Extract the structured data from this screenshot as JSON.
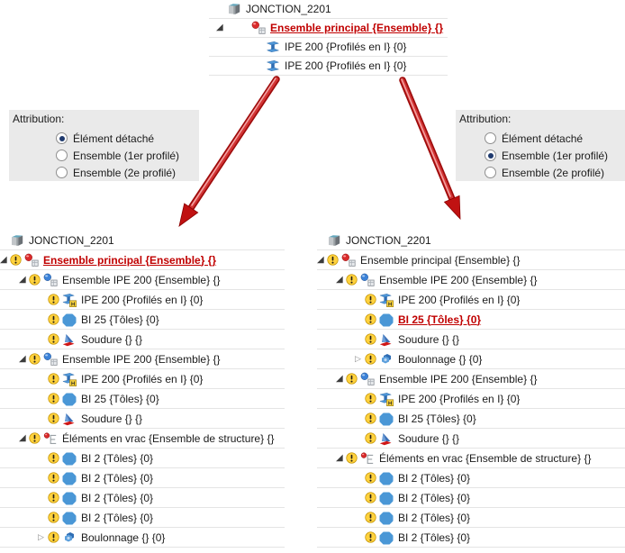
{
  "colors": {
    "red_highlight_text": "#c00000",
    "arrow_red": "#c01212",
    "panel_background": "#eaeaea",
    "radio_selected_dot": "#1f3a6e",
    "row_separator": "#e4e4e4"
  },
  "top_tree": {
    "rows": [
      {
        "label": "JONCTION_2201",
        "icon": "junction-icon",
        "level": "root",
        "warning": false,
        "expander": null,
        "red": false
      },
      {
        "label": "Ensemble principal {Ensemble} {}",
        "icon": "ensemble-main-icon",
        "level": "l1",
        "warning": false,
        "expander": "expanded",
        "red": true
      },
      {
        "label": "IPE 200 {Profilés en I} {0}",
        "icon": "beam-icon",
        "level": "l2",
        "warning": false,
        "expander": null,
        "red": false
      },
      {
        "label": "IPE 200 {Profilés en I} {0}",
        "icon": "beam-icon",
        "level": "l2",
        "warning": false,
        "expander": null,
        "red": false
      }
    ]
  },
  "left_panel": {
    "title": "Attribution:",
    "options": [
      {
        "label": "Élément détaché",
        "selected": true
      },
      {
        "label": "Ensemble (1er profilé)",
        "selected": false
      },
      {
        "label": "Ensemble (2e profilé)",
        "selected": false
      }
    ]
  },
  "right_panel": {
    "title": "Attribution:",
    "options": [
      {
        "label": "Élément détaché",
        "selected": false
      },
      {
        "label": "Ensemble (1er profilé)",
        "selected": true
      },
      {
        "label": "Ensemble (2e profilé)",
        "selected": false
      }
    ]
  },
  "left_tree": {
    "rows": [
      {
        "label": "JONCTION_2201",
        "icon": "junction-icon",
        "level": "root",
        "warning": false,
        "expander": null,
        "red": false
      },
      {
        "label": "Ensemble principal {Ensemble} {}",
        "icon": "ensemble-main-icon",
        "level": "l0",
        "warning": true,
        "expander": "expanded",
        "red": true
      },
      {
        "label": "Ensemble IPE 200 {Ensemble} {}",
        "icon": "ensemble-sub-icon",
        "level": "l1",
        "warning": true,
        "expander": "expanded",
        "red": false
      },
      {
        "label": "IPE 200 {Profilés en I} {0}",
        "icon": "beam-h-icon",
        "level": "l2",
        "warning": true,
        "expander": null,
        "red": false
      },
      {
        "label": "BI 25 {Tôles} {0}",
        "icon": "plate-icon",
        "level": "l2",
        "warning": true,
        "expander": null,
        "red": false
      },
      {
        "label": "Soudure {} {}",
        "icon": "weld-icon",
        "level": "l2",
        "warning": true,
        "expander": null,
        "red": false
      },
      {
        "label": "Ensemble IPE 200 {Ensemble} {}",
        "icon": "ensemble-sub-icon",
        "level": "l1",
        "warning": true,
        "expander": "expanded",
        "red": false
      },
      {
        "label": "IPE 200 {Profilés en I} {0}",
        "icon": "beam-h-icon",
        "level": "l2",
        "warning": true,
        "expander": null,
        "red": false
      },
      {
        "label": "BI 25 {Tôles} {0}",
        "icon": "plate-icon",
        "level": "l2",
        "warning": true,
        "expander": null,
        "red": false
      },
      {
        "label": "Soudure {} {}",
        "icon": "weld-icon",
        "level": "l2",
        "warning": true,
        "expander": null,
        "red": false
      },
      {
        "label": "Éléments en vrac {Ensemble de structure} {}",
        "icon": "loose-elements-icon",
        "level": "l1",
        "warning": true,
        "expander": "expanded",
        "red": false
      },
      {
        "label": "BI 2 {Tôles} {0}",
        "icon": "plate-icon",
        "level": "l2",
        "warning": true,
        "expander": null,
        "red": false
      },
      {
        "label": "BI 2 {Tôles} {0}",
        "icon": "plate-icon",
        "level": "l2",
        "warning": true,
        "expander": null,
        "red": false
      },
      {
        "label": "BI 2 {Tôles} {0}",
        "icon": "plate-icon",
        "level": "l2",
        "warning": true,
        "expander": null,
        "red": false
      },
      {
        "label": "BI 2 {Tôles} {0}",
        "icon": "plate-icon",
        "level": "l2",
        "warning": true,
        "expander": null,
        "red": false
      },
      {
        "label": "Boulonnage {} {0}",
        "icon": "bolt-icon",
        "level": "l2",
        "warning": true,
        "expander": "collapsed",
        "red": false
      }
    ]
  },
  "right_tree": {
    "rows": [
      {
        "label": "JONCTION_2201",
        "icon": "junction-icon",
        "level": "root",
        "warning": false,
        "expander": null,
        "red": false
      },
      {
        "label": "Ensemble principal {Ensemble} {}",
        "icon": "ensemble-main-icon",
        "level": "l0",
        "warning": true,
        "expander": "expanded",
        "red": false
      },
      {
        "label": "Ensemble IPE 200 {Ensemble} {}",
        "icon": "ensemble-sub-icon",
        "level": "l1",
        "warning": true,
        "expander": "expanded",
        "red": false
      },
      {
        "label": "IPE 200 {Profilés en I} {0}",
        "icon": "beam-h-icon",
        "level": "l2",
        "warning": true,
        "expander": null,
        "red": false
      },
      {
        "label": "BI 25 {Tôles} {0}",
        "icon": "plate-icon",
        "level": "l2",
        "warning": true,
        "expander": null,
        "red": true
      },
      {
        "label": "Soudure {} {}",
        "icon": "weld-icon",
        "level": "l2",
        "warning": true,
        "expander": null,
        "red": false
      },
      {
        "label": "Boulonnage {} {0}",
        "icon": "bolt-icon",
        "level": "l2",
        "warning": true,
        "expander": "collapsed",
        "red": false
      },
      {
        "label": "Ensemble IPE 200 {Ensemble} {}",
        "icon": "ensemble-sub-icon",
        "level": "l1",
        "warning": true,
        "expander": "expanded",
        "red": false
      },
      {
        "label": "IPE 200 {Profilés en I} {0}",
        "icon": "beam-h-icon",
        "level": "l2",
        "warning": true,
        "expander": null,
        "red": false
      },
      {
        "label": "BI 25 {Tôles} {0}",
        "icon": "plate-icon",
        "level": "l2",
        "warning": true,
        "expander": null,
        "red": false
      },
      {
        "label": "Soudure {} {}",
        "icon": "weld-icon",
        "level": "l2",
        "warning": true,
        "expander": null,
        "red": false
      },
      {
        "label": "Éléments en vrac {Ensemble de structure} {}",
        "icon": "loose-elements-icon",
        "level": "l1",
        "warning": true,
        "expander": "expanded",
        "red": false
      },
      {
        "label": "BI 2 {Tôles} {0}",
        "icon": "plate-icon",
        "level": "l2",
        "warning": true,
        "expander": null,
        "red": false
      },
      {
        "label": "BI 2 {Tôles} {0}",
        "icon": "plate-icon",
        "level": "l2",
        "warning": true,
        "expander": null,
        "red": false
      },
      {
        "label": "BI 2 {Tôles} {0}",
        "icon": "plate-icon",
        "level": "l2",
        "warning": true,
        "expander": null,
        "red": false
      },
      {
        "label": "BI 2 {Tôles} {0}",
        "icon": "plate-icon",
        "level": "l2",
        "warning": true,
        "expander": null,
        "red": false
      }
    ]
  }
}
